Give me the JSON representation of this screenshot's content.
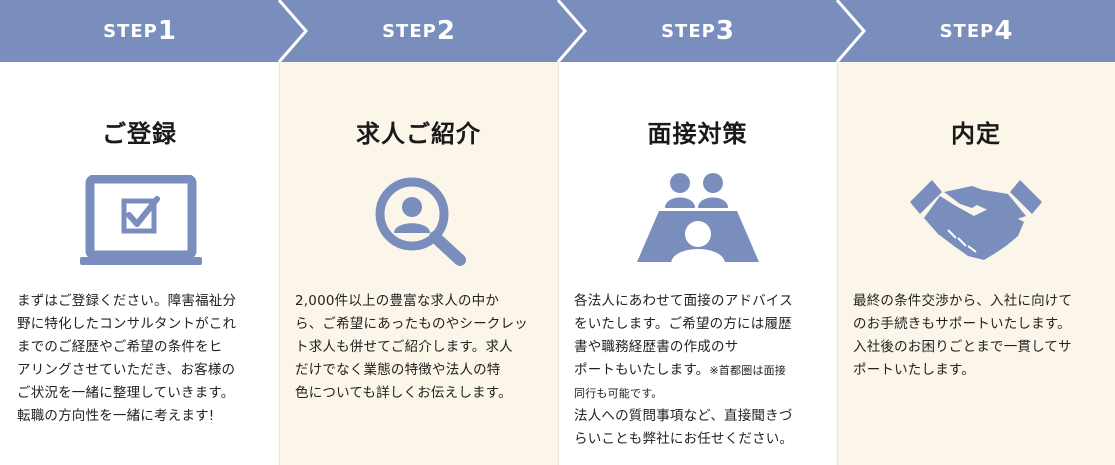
{
  "steps": [
    {
      "step_text": "STEP",
      "num": "1",
      "title": "ご登録",
      "icon": "laptop-check-icon",
      "desc_lines": [
        "まずはご登録ください。障害福祉分",
        "野に特化したコンサルタントがこれ",
        "までのご経歴やご希望の条件をヒ",
        "アリングさせていただき、お客様の",
        "ご状況を一緒に整理していきます。",
        "転職の方向性を一緒に考えます!"
      ]
    },
    {
      "step_text": "STEP",
      "num": "2",
      "title": "求人ご紹介",
      "icon": "person-search-icon",
      "desc_lines": [
        "2,000件以上の豊富な求人の中か",
        "ら、ご希望にあったものやシークレッ",
        "ト求人も併せてご紹介します。求人",
        "だけでなく業態の特徴や法人の特",
        "色についても詳しくお伝えします。"
      ]
    },
    {
      "step_text": "STEP",
      "num": "3",
      "title": "面接対策",
      "icon": "interview-table-icon",
      "desc_lines": [
        "各法人にあわせて面接のアドバイス",
        "をいたします。ご希望の方には履歴",
        "書や職務経歴書の作成のサ",
        "ポートもいたします。",
        "同行も可能です。",
        "法人への質問事項など、直接聞きづ",
        "らいことも弊社にお任せください。"
      ],
      "note": "※首都圏は面接"
    },
    {
      "step_text": "STEP",
      "num": "4",
      "title": "内定",
      "icon": "handshake-icon",
      "desc_lines": [
        "最終の条件交渉から、入社に向けて",
        "のお手続きもサポートいたします。",
        "入社後のお困りごとまで一貫してサ",
        "ポートいたします。"
      ]
    }
  ],
  "colors": {
    "header": "#7a8ebd",
    "icon": "#7a8ebd",
    "shade": "#fbf6e9"
  }
}
